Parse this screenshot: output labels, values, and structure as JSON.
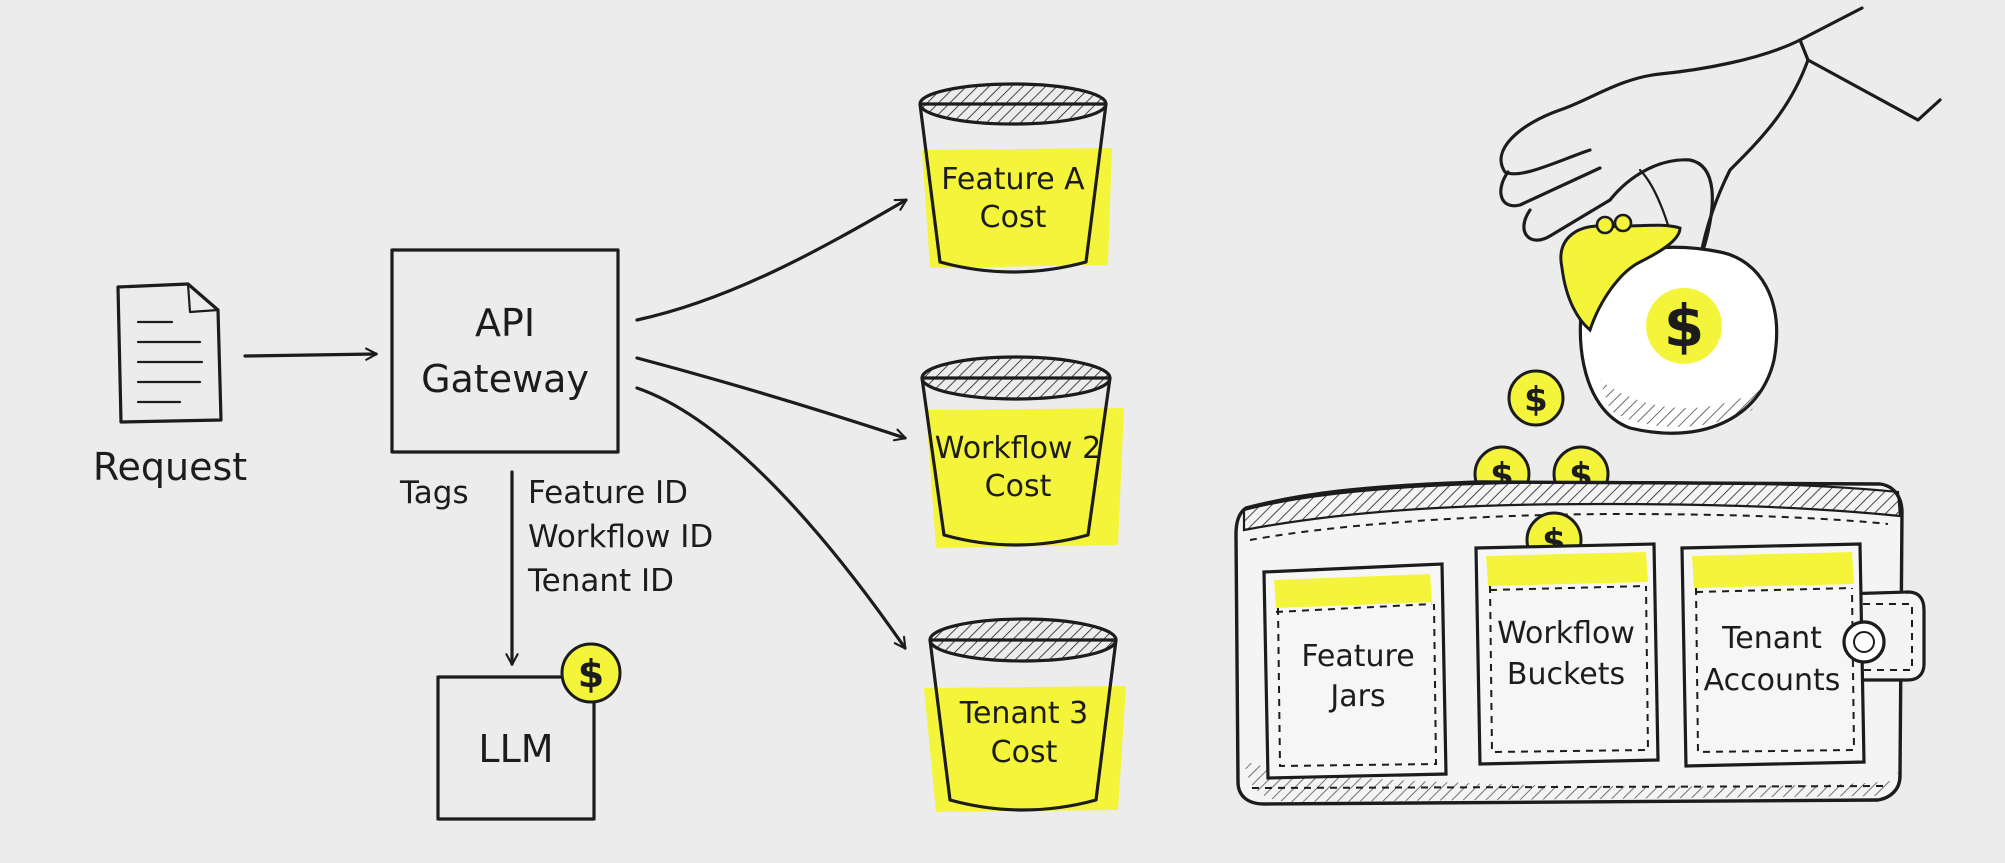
{
  "request_label": "Request",
  "gateway_label": [
    "API",
    "Gateway"
  ],
  "tags": {
    "label": "Tags",
    "items": [
      "Feature ID",
      "Workflow ID",
      "Tenant ID"
    ]
  },
  "llm_label": "LLM",
  "currency_symbol": "$",
  "buckets": [
    {
      "line1": "Feature A",
      "line2": "Cost"
    },
    {
      "line1": "Workflow 2",
      "line2": "Cost"
    },
    {
      "line1": "Tenant 3",
      "line2": "Cost"
    }
  ],
  "wallet_pockets": [
    {
      "line1": "Feature",
      "line2": "Jars"
    },
    {
      "line1": "Workflow",
      "line2": "Buckets"
    },
    {
      "line1": "Tenant",
      "line2": "Accounts"
    }
  ],
  "colors": {
    "highlight": "#f4f53a",
    "ink": "#1c1c1c",
    "background": "#ececec"
  }
}
